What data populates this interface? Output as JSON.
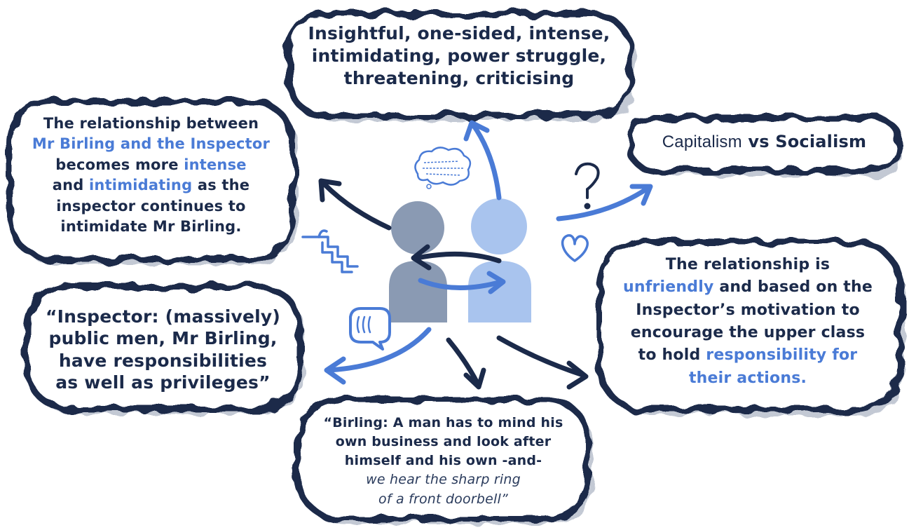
{
  "clouds": {
    "top": {
      "lines": [
        "Insightful, one-sided, intense,",
        "intimidating, power struggle,",
        "threatening, criticising"
      ]
    },
    "left": {
      "line1": "The relationship between",
      "line2": "Mr Birling and the Inspector",
      "line3a": "becomes more ",
      "line3b": "intense",
      "line4a": "and ",
      "line4b": "intimidating",
      "line4c": " as the",
      "line5": "inspector continues to",
      "line6": "intimidate Mr Birling."
    },
    "right": {
      "word1": "Capitalism",
      "word2": " vs Socialism"
    },
    "right_bottom": {
      "line1": "The relationship is",
      "line2a": "unfriendly",
      "line2b": " and based on the",
      "line3": "Inspector’s motivation to",
      "line4": "encourage the upper class",
      "line5a": "to hold ",
      "line5b": "responsibility for",
      "line6": "their actions."
    },
    "left_bottom": {
      "lines": [
        "“Inspector: (massively)",
        "public men, Mr Birling,",
        "have responsibilities",
        "as well as privileges”"
      ]
    },
    "bottom": {
      "line1": "“Birling: A man has to mind his",
      "line2": "own business and look after",
      "line3": "himself and his own -and-",
      "line4": "we hear the sharp ring",
      "line5": "of a front doorbell”"
    }
  },
  "icons": [
    "question-mark-icon",
    "heart-icon",
    "speech-bubble-icon",
    "stairs-icon",
    "thought-cloud-icon",
    "two-people-icon"
  ],
  "colors": {
    "dark_navy": "#1b2a4a",
    "accent_blue": "#4a7bd6",
    "light_blue": "#a9c4ee",
    "grey_blue": "#8a9ab3",
    "cloud_shadow": "#c3c9d4"
  }
}
